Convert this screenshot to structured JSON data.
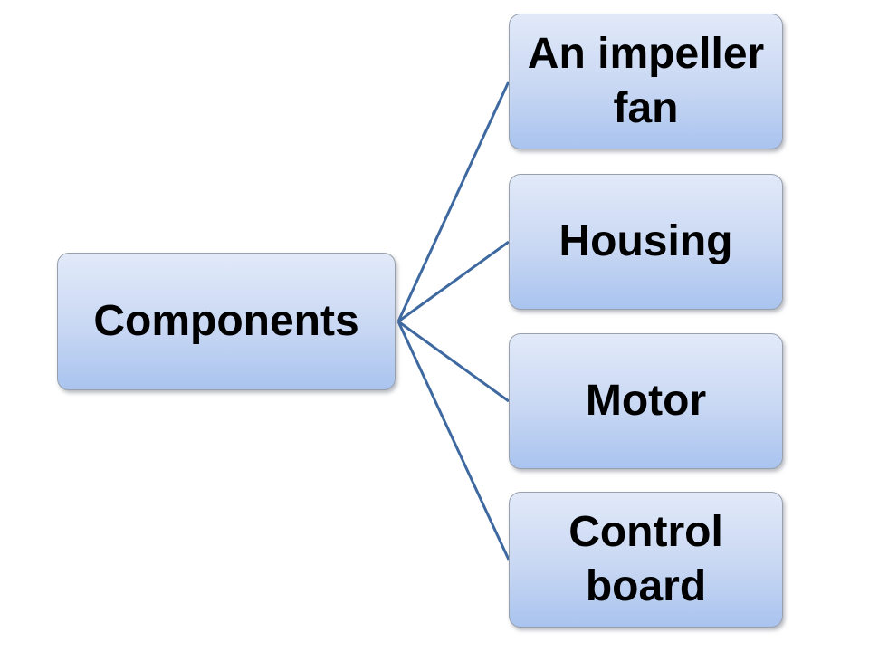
{
  "page": {
    "background": "#ffffff"
  },
  "diagram": {
    "type": "hierarchy-left-to-right",
    "root": {
      "label": "Components"
    },
    "children": [
      {
        "label": "An impeller fan"
      },
      {
        "label": "Housing"
      },
      {
        "label": "Motor"
      },
      {
        "label": "Control board"
      }
    ],
    "colors": {
      "connector": "#3e69a0",
      "node_border": "#98a0ac",
      "node_fill_top": "#e2eaf9",
      "node_fill_bottom": "#a9c4ef",
      "text": "#000000"
    }
  }
}
